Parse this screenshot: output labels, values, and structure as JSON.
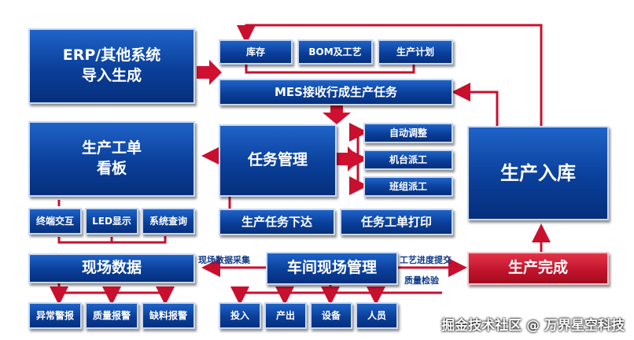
{
  "nodes": {
    "erp": "ERP/其他系统\n导入生成",
    "inventory": "库存",
    "bom": "BOM及工艺",
    "plan": "生产计划",
    "mes_receive": "MES接收行成生产任务",
    "work_order_board": "生产工单\n看板",
    "task_mgmt": "任务管理",
    "auto_adjust": "自动调整",
    "machine_dispatch": "机台派工",
    "team_dispatch": "班组派工",
    "warehousing": "生产入库",
    "terminal": "终端交互",
    "led": "LED显示",
    "query": "系统查询",
    "task_issue": "生产任务下达",
    "order_print": "任务工单打印",
    "site_data": "现场数据",
    "workshop_mgmt": "车间现场管理",
    "completion": "生产完成",
    "exception_alarm": "异常警报",
    "quality_alarm": "质量报警",
    "material_alarm": "缺料报警",
    "input": "投入",
    "output": "产出",
    "equipment": "设备",
    "personnel": "人员"
  },
  "labels": {
    "collection": "现场数据采集",
    "progress": "工艺进度提交",
    "quality_check": "质量检验"
  },
  "watermark": "掘金技术社区 @ 万界星空科技",
  "colors": {
    "blue": "#0a3f9a",
    "red": "#c0122a",
    "line": "#c8102e"
  }
}
